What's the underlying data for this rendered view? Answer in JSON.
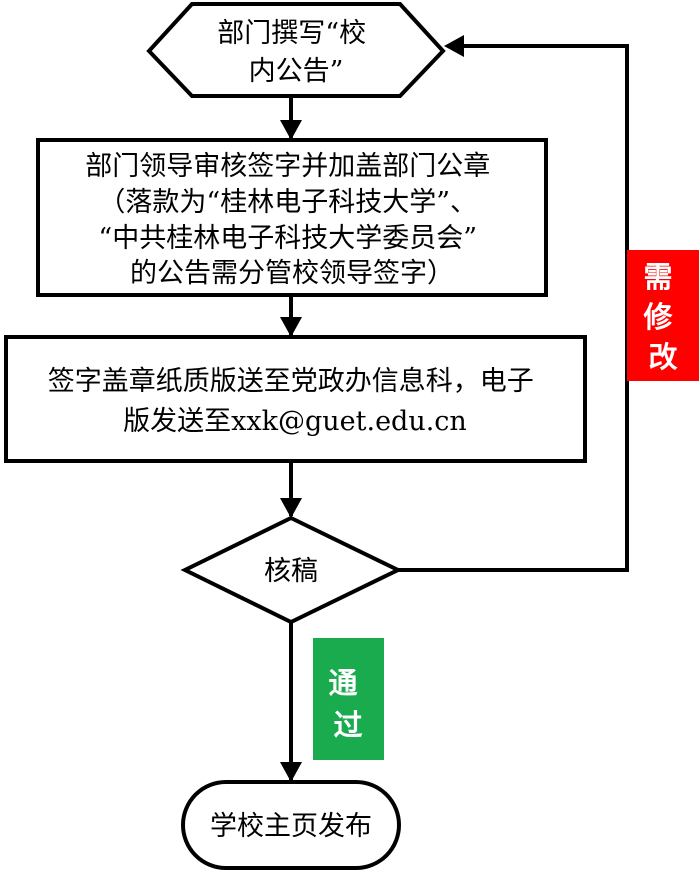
{
  "nodes": {
    "start": {
      "lines": [
        "部门撰写“校",
        "内公告”"
      ]
    },
    "approve": {
      "lines": [
        "部门领导审核签字并加盖部门公章",
        "（落款为“桂林电子科技大学”、",
        "“中共桂林电子科技大学委员会”",
        "的公告需分管校领导签字）"
      ]
    },
    "submit": {
      "lines": [
        "签字盖章纸质版送至党政办信息科，电子",
        "版发送至xxk@guet.edu.cn"
      ]
    },
    "review": {
      "label": "核稿"
    },
    "publish": {
      "label": "学校主页发布"
    }
  },
  "badges": {
    "revise": {
      "chars": [
        "需",
        "修",
        "改"
      ],
      "color": "#ff0000"
    },
    "pass": {
      "chars": [
        "通",
        "过"
      ],
      "color": "#1aab4f"
    }
  },
  "colors": {
    "stroke": "#000000",
    "background": "#ffffff"
  }
}
